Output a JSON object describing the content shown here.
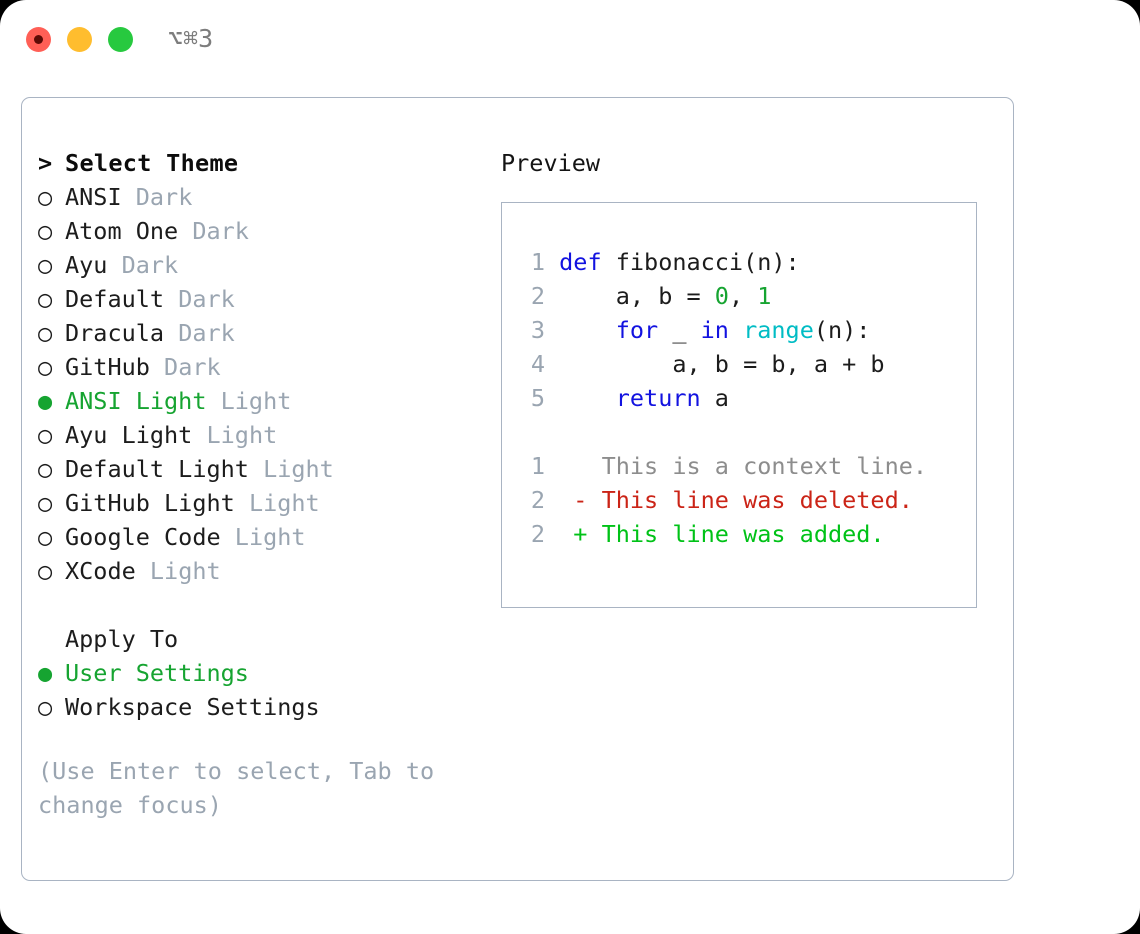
{
  "titlebar": {
    "shortcut": "⌥⌘3",
    "dots": [
      {
        "name": "close",
        "color": "#ff5f56"
      },
      {
        "name": "minimize",
        "color": "#ffbd2e"
      },
      {
        "name": "maximize",
        "color": "#27c93f"
      }
    ]
  },
  "theme_panel": {
    "header_marker": ">",
    "header": "Select Theme",
    "marker_selected": "●",
    "marker_unselected": "○",
    "items": [
      {
        "name": "ANSI",
        "variant": "Dark",
        "selected": false
      },
      {
        "name": "Atom One",
        "variant": "Dark",
        "selected": false
      },
      {
        "name": "Ayu",
        "variant": "Dark",
        "selected": false
      },
      {
        "name": "Default",
        "variant": "Dark",
        "selected": false
      },
      {
        "name": "Dracula",
        "variant": "Dark",
        "selected": false
      },
      {
        "name": "GitHub",
        "variant": "Dark",
        "selected": false
      },
      {
        "name": "ANSI Light",
        "variant": "Light",
        "selected": true
      },
      {
        "name": "Ayu Light",
        "variant": "Light",
        "selected": false
      },
      {
        "name": "Default Light",
        "variant": "Light",
        "selected": false
      },
      {
        "name": "GitHub Light",
        "variant": "Light",
        "selected": false
      },
      {
        "name": "Google Code",
        "variant": "Light",
        "selected": false
      },
      {
        "name": "XCode",
        "variant": "Light",
        "selected": false
      }
    ]
  },
  "apply_to": {
    "label": "Apply To",
    "items": [
      {
        "name": "User Settings",
        "selected": true
      },
      {
        "name": "Workspace Settings",
        "selected": false
      }
    ]
  },
  "hint": "(Use Enter to select, Tab to change focus)",
  "preview": {
    "title": "Preview",
    "code": [
      {
        "lineno": "1",
        "tokens": [
          {
            "t": "def ",
            "c": "kw"
          },
          {
            "t": "fibonacci(n):",
            "c": "plain"
          }
        ]
      },
      {
        "lineno": "2",
        "tokens": [
          {
            "t": "    a, b = ",
            "c": "plain"
          },
          {
            "t": "0",
            "c": "num"
          },
          {
            "t": ", ",
            "c": "plain"
          },
          {
            "t": "1",
            "c": "num"
          }
        ]
      },
      {
        "lineno": "3",
        "tokens": [
          {
            "t": "    ",
            "c": "plain"
          },
          {
            "t": "for",
            "c": "kw"
          },
          {
            "t": " _ ",
            "c": "plain"
          },
          {
            "t": "in",
            "c": "kw"
          },
          {
            "t": " ",
            "c": "plain"
          },
          {
            "t": "range",
            "c": "fn"
          },
          {
            "t": "(n):",
            "c": "plain"
          }
        ]
      },
      {
        "lineno": "4",
        "tokens": [
          {
            "t": "        a, b = b, a + b",
            "c": "plain"
          }
        ]
      },
      {
        "lineno": "5",
        "tokens": [
          {
            "t": "    ",
            "c": "plain"
          },
          {
            "t": "return",
            "c": "kw"
          },
          {
            "t": " a",
            "c": "plain"
          }
        ]
      }
    ],
    "diff": [
      {
        "lineno": "1",
        "sign": " ",
        "text": "This is a context line.",
        "kind": "ctx"
      },
      {
        "lineno": "2",
        "sign": "-",
        "text": "This line was deleted.",
        "kind": "del"
      },
      {
        "lineno": "2",
        "sign": "+",
        "text": "This line was added.",
        "kind": "add"
      }
    ]
  },
  "colors": {
    "accent_green": "#16a431",
    "muted": "#9aa5b1",
    "border": "#a9b4c3",
    "keyword": "#1313e0",
    "function": "#00bcc4",
    "number": "#16a431",
    "diff_delete": "#cb2417",
    "diff_add": "#00c217"
  }
}
